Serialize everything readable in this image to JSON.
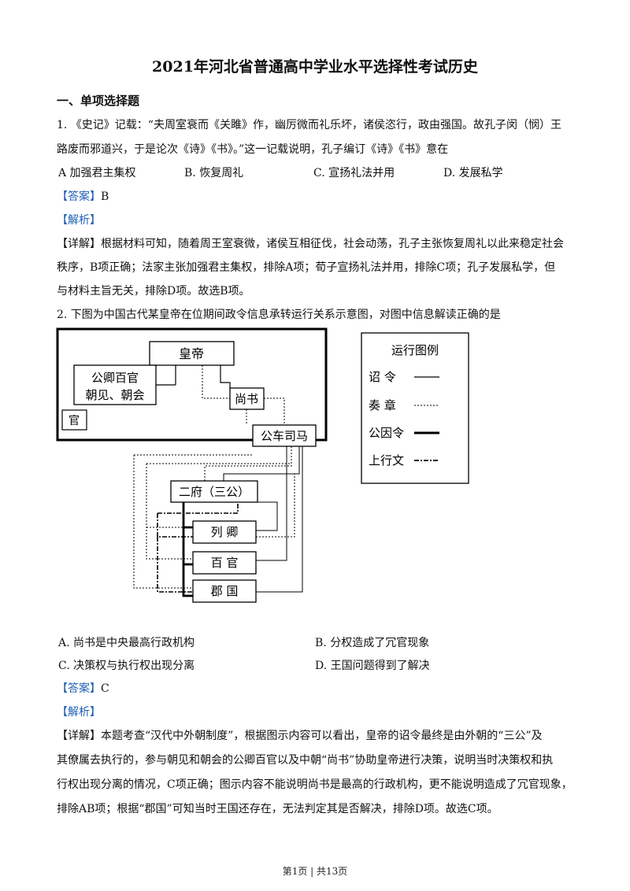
{
  "title": "2021年河北省普通高中学业水平选择性考试历史",
  "section": "一、单项选择题",
  "q1": {
    "stem_l1": "1. 《史记》记载：“夫周室衰而《关雎》作，幽厉微而礼乐坏，诸侯恣行，政由强国。故孔子闵（悯）王",
    "stem_l2": "路废而邪道兴，于是论次《诗》《书》。”这一记载说明，孔子编订《诗》《书》意在",
    "options": [
      "A  加强君主集权",
      "B. 恢复周礼",
      "C. 宣扬礼法并用",
      "D. 发展私学"
    ],
    "answer_tag": "【答案】",
    "answer": "B",
    "analysis_tag": "【解析】",
    "detail_tag": "【详解】",
    "detail_l1": "根据材料可知，随着周王室衰微，诸侯互相征伐，社会动荡，孔子主张恢复周礼以此来稳定社会",
    "detail_l2": "秩序，B项正确；法家主张加强君主集权，排除A项；荀子宣扬礼法并用，排除C项；孔子发展私学，但",
    "detail_l3": "与材料主旨无关，排除D项。故选B项。"
  },
  "q2": {
    "stem": "2. 下图为中国古代某皇帝在位期间政令信息承转运行关系示意图，对图中信息解读正确的是",
    "diagram": {
      "emperor": "皇帝",
      "officials": [
        "公卿百官",
        "朝见、朝会"
      ],
      "guan": "官",
      "shangshu": "尚书",
      "gongche": "公车司马",
      "erfu": "二府（三公）",
      "lieqing": "列  卿",
      "baiguan": "百  官",
      "junguo": "郡  国",
      "legend_title": "运行图例",
      "legend_items": [
        "诏    令",
        "奏    章",
        "公因令",
        "上行文"
      ]
    },
    "options": [
      "A. 尚书是中央最高行政机构",
      "B. 分权造成了冗官现象",
      "C. 决策权与执行权出现分离",
      "D. 王国问题得到了解决"
    ],
    "answer_tag": "【答案】",
    "answer": "C",
    "analysis_tag": "【解析】",
    "detail_tag": "【详解】",
    "detail_l1": "本题考查“汉代中外朝制度”，根据图示内容可以看出，皇帝的诏令最终是由外朝的“三公”及",
    "detail_l2": "其僚属去执行的，参与朝见和朝会的公卿百官以及中朝“尚书”协助皇帝进行决策，说明当时决策权和执",
    "detail_l3": "行权出现分离的情况，C项正确；图示内容不能说明尚书是最高的行政机构，更不能说明造成了冗官现象，",
    "detail_l4": "排除AB项；根据“郡国”可知当时王国还存在，无法判定其是否解决，排除D项。故选C项。"
  },
  "footer": "第1页 | 共13页"
}
